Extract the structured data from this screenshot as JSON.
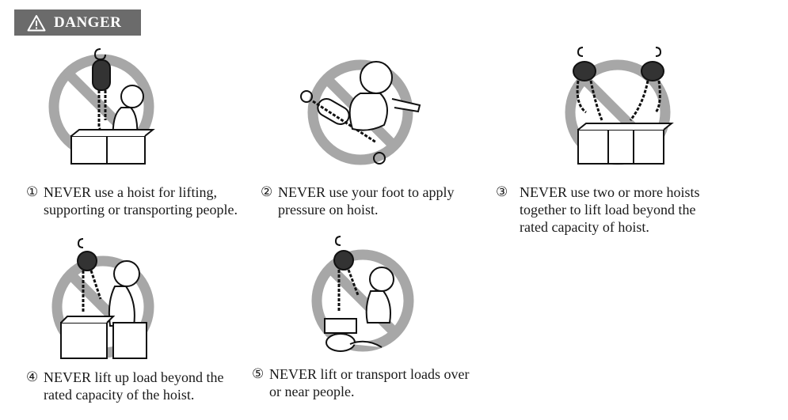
{
  "banner": {
    "label": "DANGER",
    "icon": "warning-triangle-icon",
    "color": "#6b6b6b"
  },
  "prohibit_color": "#a7a7a7",
  "warnings": [
    {
      "num": "①",
      "line1": "NEVER use a hoist for lifting,",
      "line2": "supporting or transporting people.",
      "line3": ""
    },
    {
      "num": "②",
      "line1": "NEVER use your foot to apply",
      "line2": "pressure on hoist.",
      "line3": ""
    },
    {
      "num": "③",
      "line1": "NEVER use two or more hoists",
      "line2": "together to lift load beyond the",
      "line3": "rated capacity of hoist."
    },
    {
      "num": "④",
      "line1": "NEVER lift up load beyond the",
      "line2": "rated capacity of the hoist.",
      "line3": ""
    },
    {
      "num": "⑤",
      "line1": "NEVER lift or transport loads over",
      "line2": "or near people.",
      "line3": ""
    }
  ]
}
